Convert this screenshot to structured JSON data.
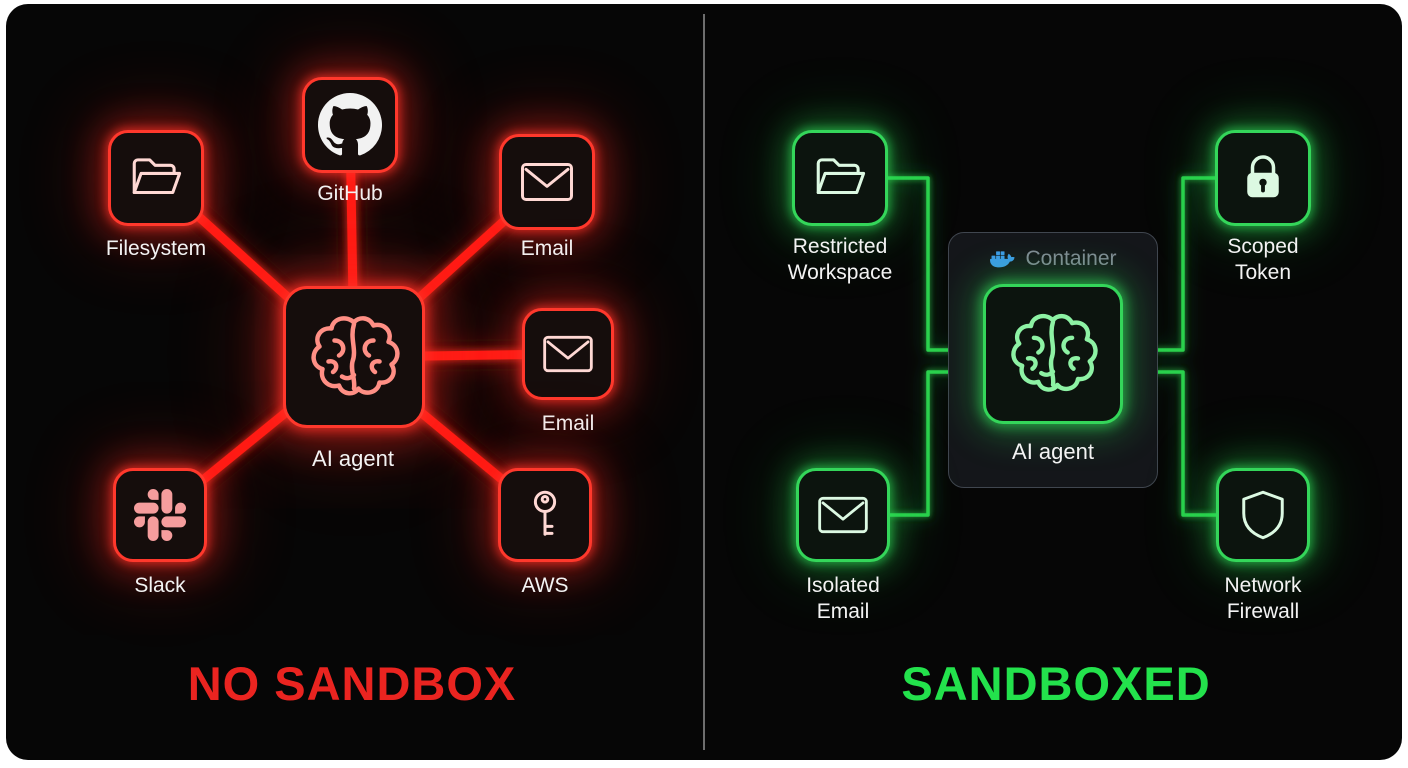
{
  "left_panel": {
    "title": "NO SANDBOX",
    "accent_color": "#ff2e22",
    "title_color": "#ea2420",
    "agent": {
      "label": "AI agent",
      "icon": "brain-icon"
    },
    "nodes": [
      {
        "label": "Filesystem",
        "icon": "folder-icon"
      },
      {
        "label": "GitHub",
        "icon": "github-icon"
      },
      {
        "label": "Email",
        "icon": "envelope-icon"
      },
      {
        "label": "Email",
        "icon": "envelope-icon"
      },
      {
        "label": "Slack",
        "icon": "slack-icon"
      },
      {
        "label": "AWS",
        "icon": "key-icon"
      }
    ]
  },
  "right_panel": {
    "title": "SANDBOXED",
    "accent_color": "#2bd14d",
    "title_color": "#23e24c",
    "container": {
      "label": "Container",
      "icon": "docker-icon",
      "docker_color": "#3d9be9"
    },
    "agent": {
      "label": "AI agent",
      "icon": "brain-icon"
    },
    "nodes": [
      {
        "label": "Restricted Workspace",
        "icon": "folder-icon"
      },
      {
        "label": "Scoped Token",
        "icon": "lock-icon"
      },
      {
        "label": "Isolated Email",
        "icon": "envelope-icon"
      },
      {
        "label": "Network Firewall",
        "icon": "shield-icon"
      }
    ]
  }
}
